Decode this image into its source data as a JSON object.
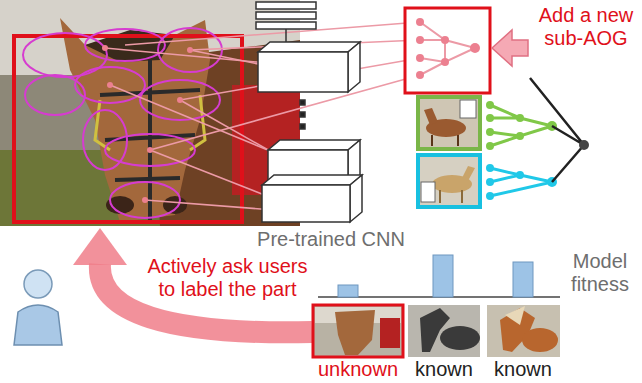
{
  "diagram": {
    "labels": [
      "Add a new sub-AOG",
      "Pre-trained CNN",
      "Model fitness",
      "Actively ask users to label the part",
      "unknown",
      "known",
      "known"
    ]
  }
}
